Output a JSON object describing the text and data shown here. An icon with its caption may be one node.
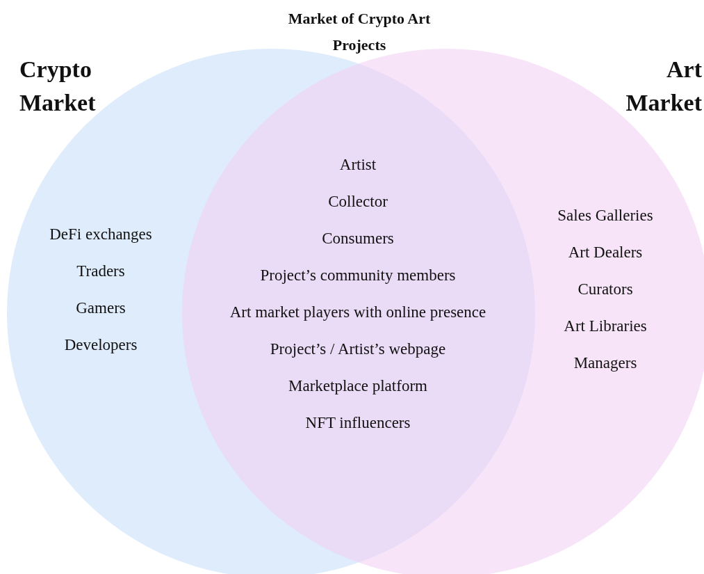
{
  "diagram": {
    "nodes": [
      {
        "text": [
          "Crypto Market",
          "DeFi exchanges",
          "Traders",
          "Gamers",
          "Developers"
        ]
      },
      {
        "text": [
          "Art Market",
          "Sales Galleries",
          "Art Dealers",
          "Curators",
          "Art Libraries",
          "Managers"
        ]
      },
      {
        "text": [
          "Market of Crypto Art Projects",
          "Artist",
          "Collector",
          "Consumers",
          "Project’s community members",
          "Art market players with online presence",
          "Project’s / Artist’s webpage",
          "Marketplace platform",
          "NFT influencers"
        ]
      }
    ],
    "edges": []
  }
}
